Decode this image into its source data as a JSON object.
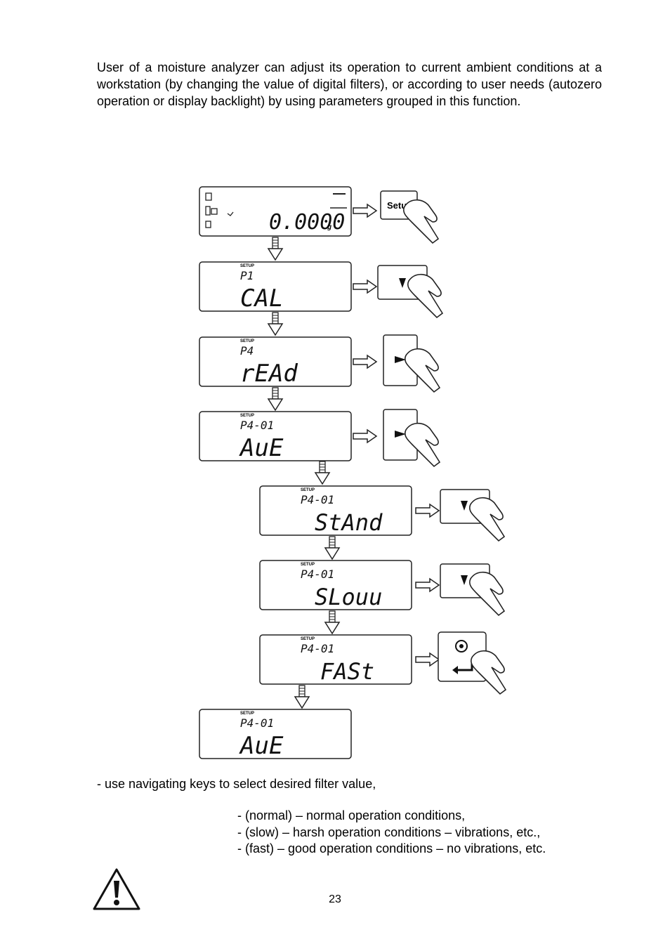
{
  "intro": "User of a moisture analyzer can adjust its operation to current ambient conditions at a workstation (by changing the value of digital filters), or according to user needs (autozero operation or display backlight) by using parameters grouped in this function.",
  "diagram": {
    "weight_display": "0.0000",
    "weight_unit": "g",
    "setup_label": "SETUP",
    "setup_key_label": "Setup",
    "screens": [
      {
        "top": "P1",
        "main": "CAL"
      },
      {
        "top": "P4",
        "main": "rEAd"
      },
      {
        "top": "P4-01",
        "main": "AuE"
      },
      {
        "top": "P4-01",
        "main": "StAnd"
      },
      {
        "top": "P4-01",
        "main": "SLouu"
      },
      {
        "top": "P4-01",
        "main": "FASt"
      },
      {
        "top": "P4-01",
        "main": "AuE"
      }
    ],
    "keys": [
      "setup-key",
      "down-key",
      "right-key",
      "right-key",
      "down-key",
      "down-key",
      "enter-key"
    ]
  },
  "instruction": "- use navigating keys to select desired filter value,",
  "options": [
    "- (normal) – normal operation conditions,",
    "- (slow) – harsh operation conditions – vibrations, etc.,",
    "- (fast) – good operation conditions – no vibrations, etc."
  ],
  "page_number": "23",
  "warning_icon": "warning-triangle-icon"
}
